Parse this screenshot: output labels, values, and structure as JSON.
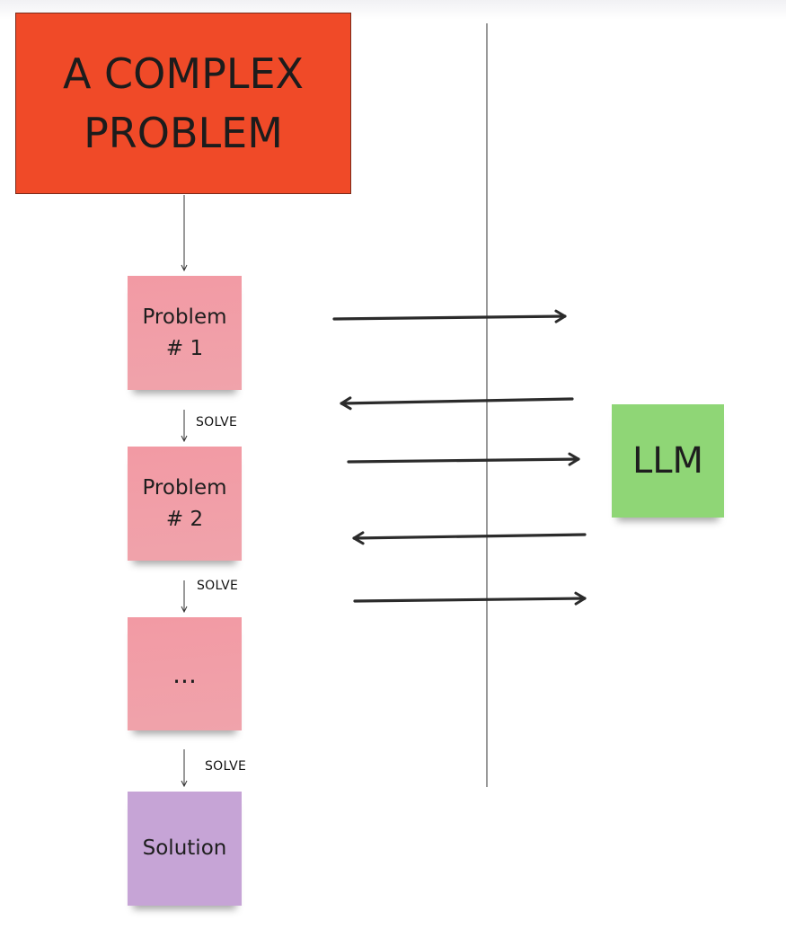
{
  "diagram": {
    "complex_problem": "A COMPLEX\nPROBLEM",
    "steps": [
      {
        "label": "Problem\n# 1",
        "color": "#f29aa4"
      },
      {
        "label": "Problem\n# 2",
        "color": "#f29aa4"
      },
      {
        "label": "...",
        "color": "#f29aa4"
      },
      {
        "label": "Solution",
        "color": "#c6a4d6"
      }
    ],
    "solve_labels": [
      "SOLVE",
      "SOLVE",
      "SOLVE"
    ],
    "llm": {
      "label": "LLM",
      "color": "#8fd676"
    },
    "colors": {
      "complex_problem": "#f04a28",
      "arrow": "#2b2b2b",
      "divider": "#555555"
    }
  }
}
